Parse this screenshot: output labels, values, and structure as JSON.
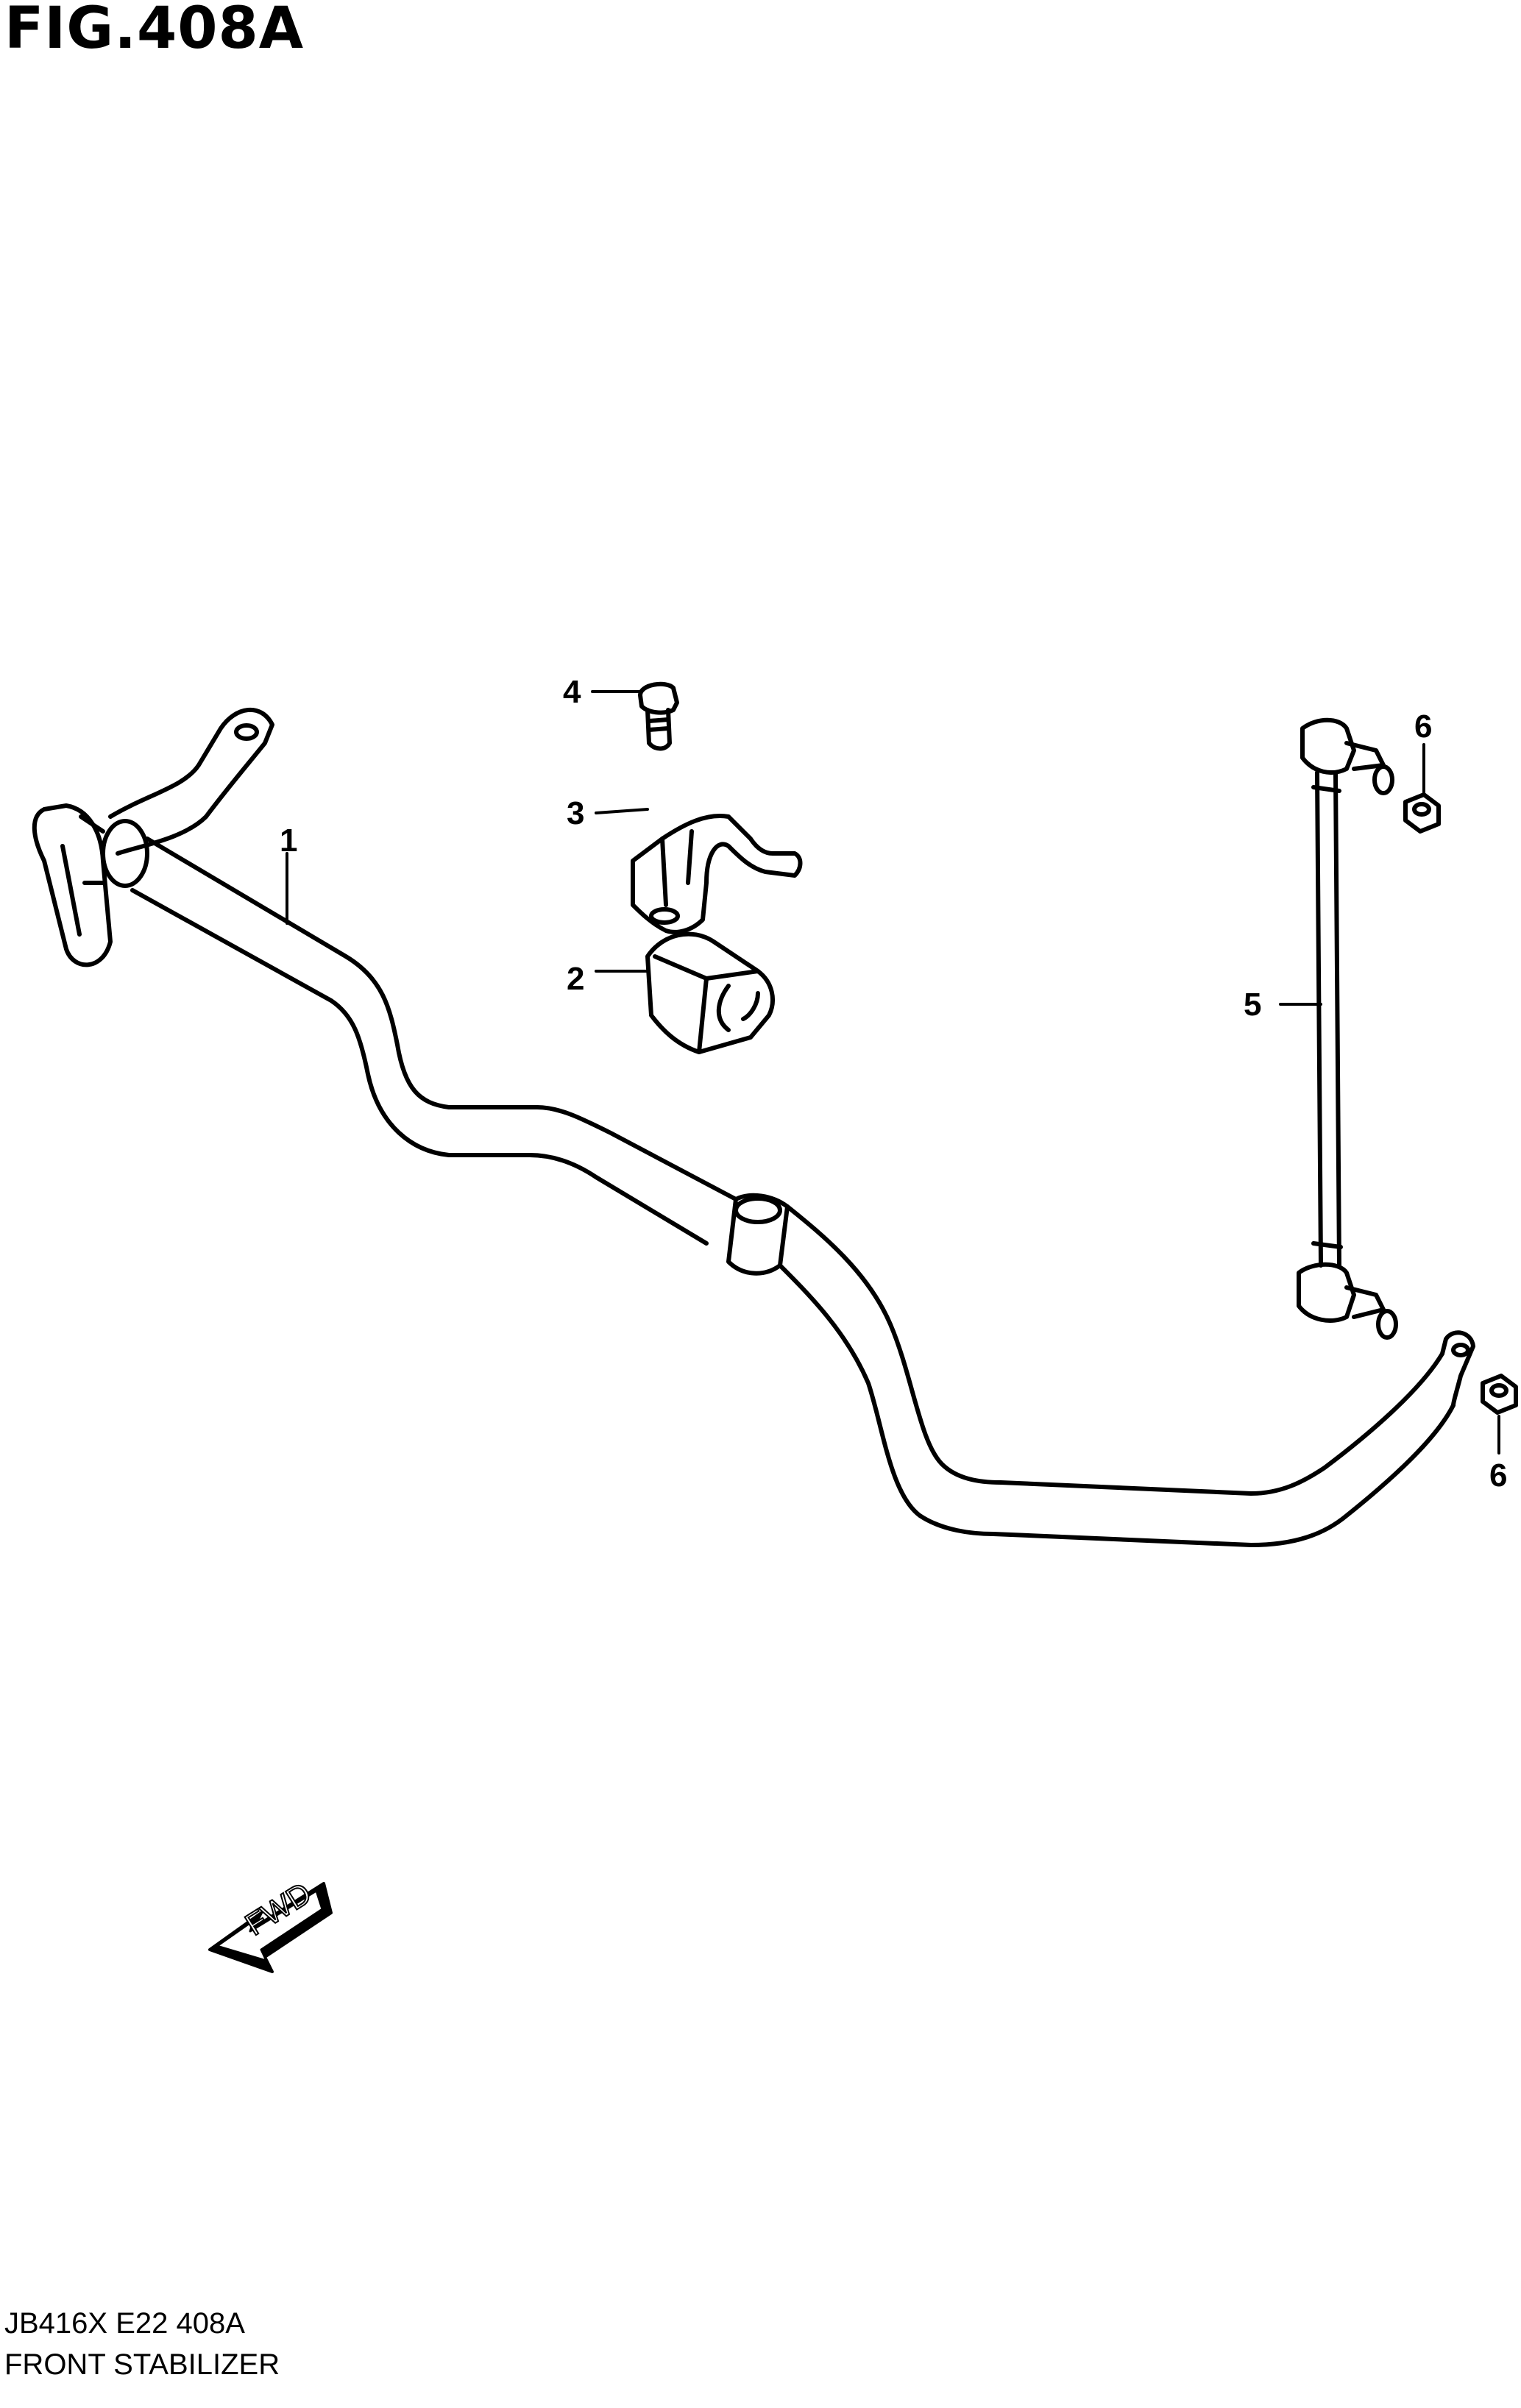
{
  "figure": {
    "title": "FIG.408A",
    "code": "JB416X E22 408A",
    "name": "FRONT STABILIZER"
  },
  "callouts": [
    {
      "id": "callout-1",
      "label": "1"
    },
    {
      "id": "callout-2",
      "label": "2"
    },
    {
      "id": "callout-3",
      "label": "3"
    },
    {
      "id": "callout-4",
      "label": "4"
    },
    {
      "id": "callout-5",
      "label": "5"
    },
    {
      "id": "callout-6a",
      "label": "6"
    },
    {
      "id": "callout-6b",
      "label": "6"
    }
  ],
  "direction_arrow": {
    "label": "FWD"
  },
  "colors": {
    "line": "#000000",
    "background": "#ffffff"
  }
}
